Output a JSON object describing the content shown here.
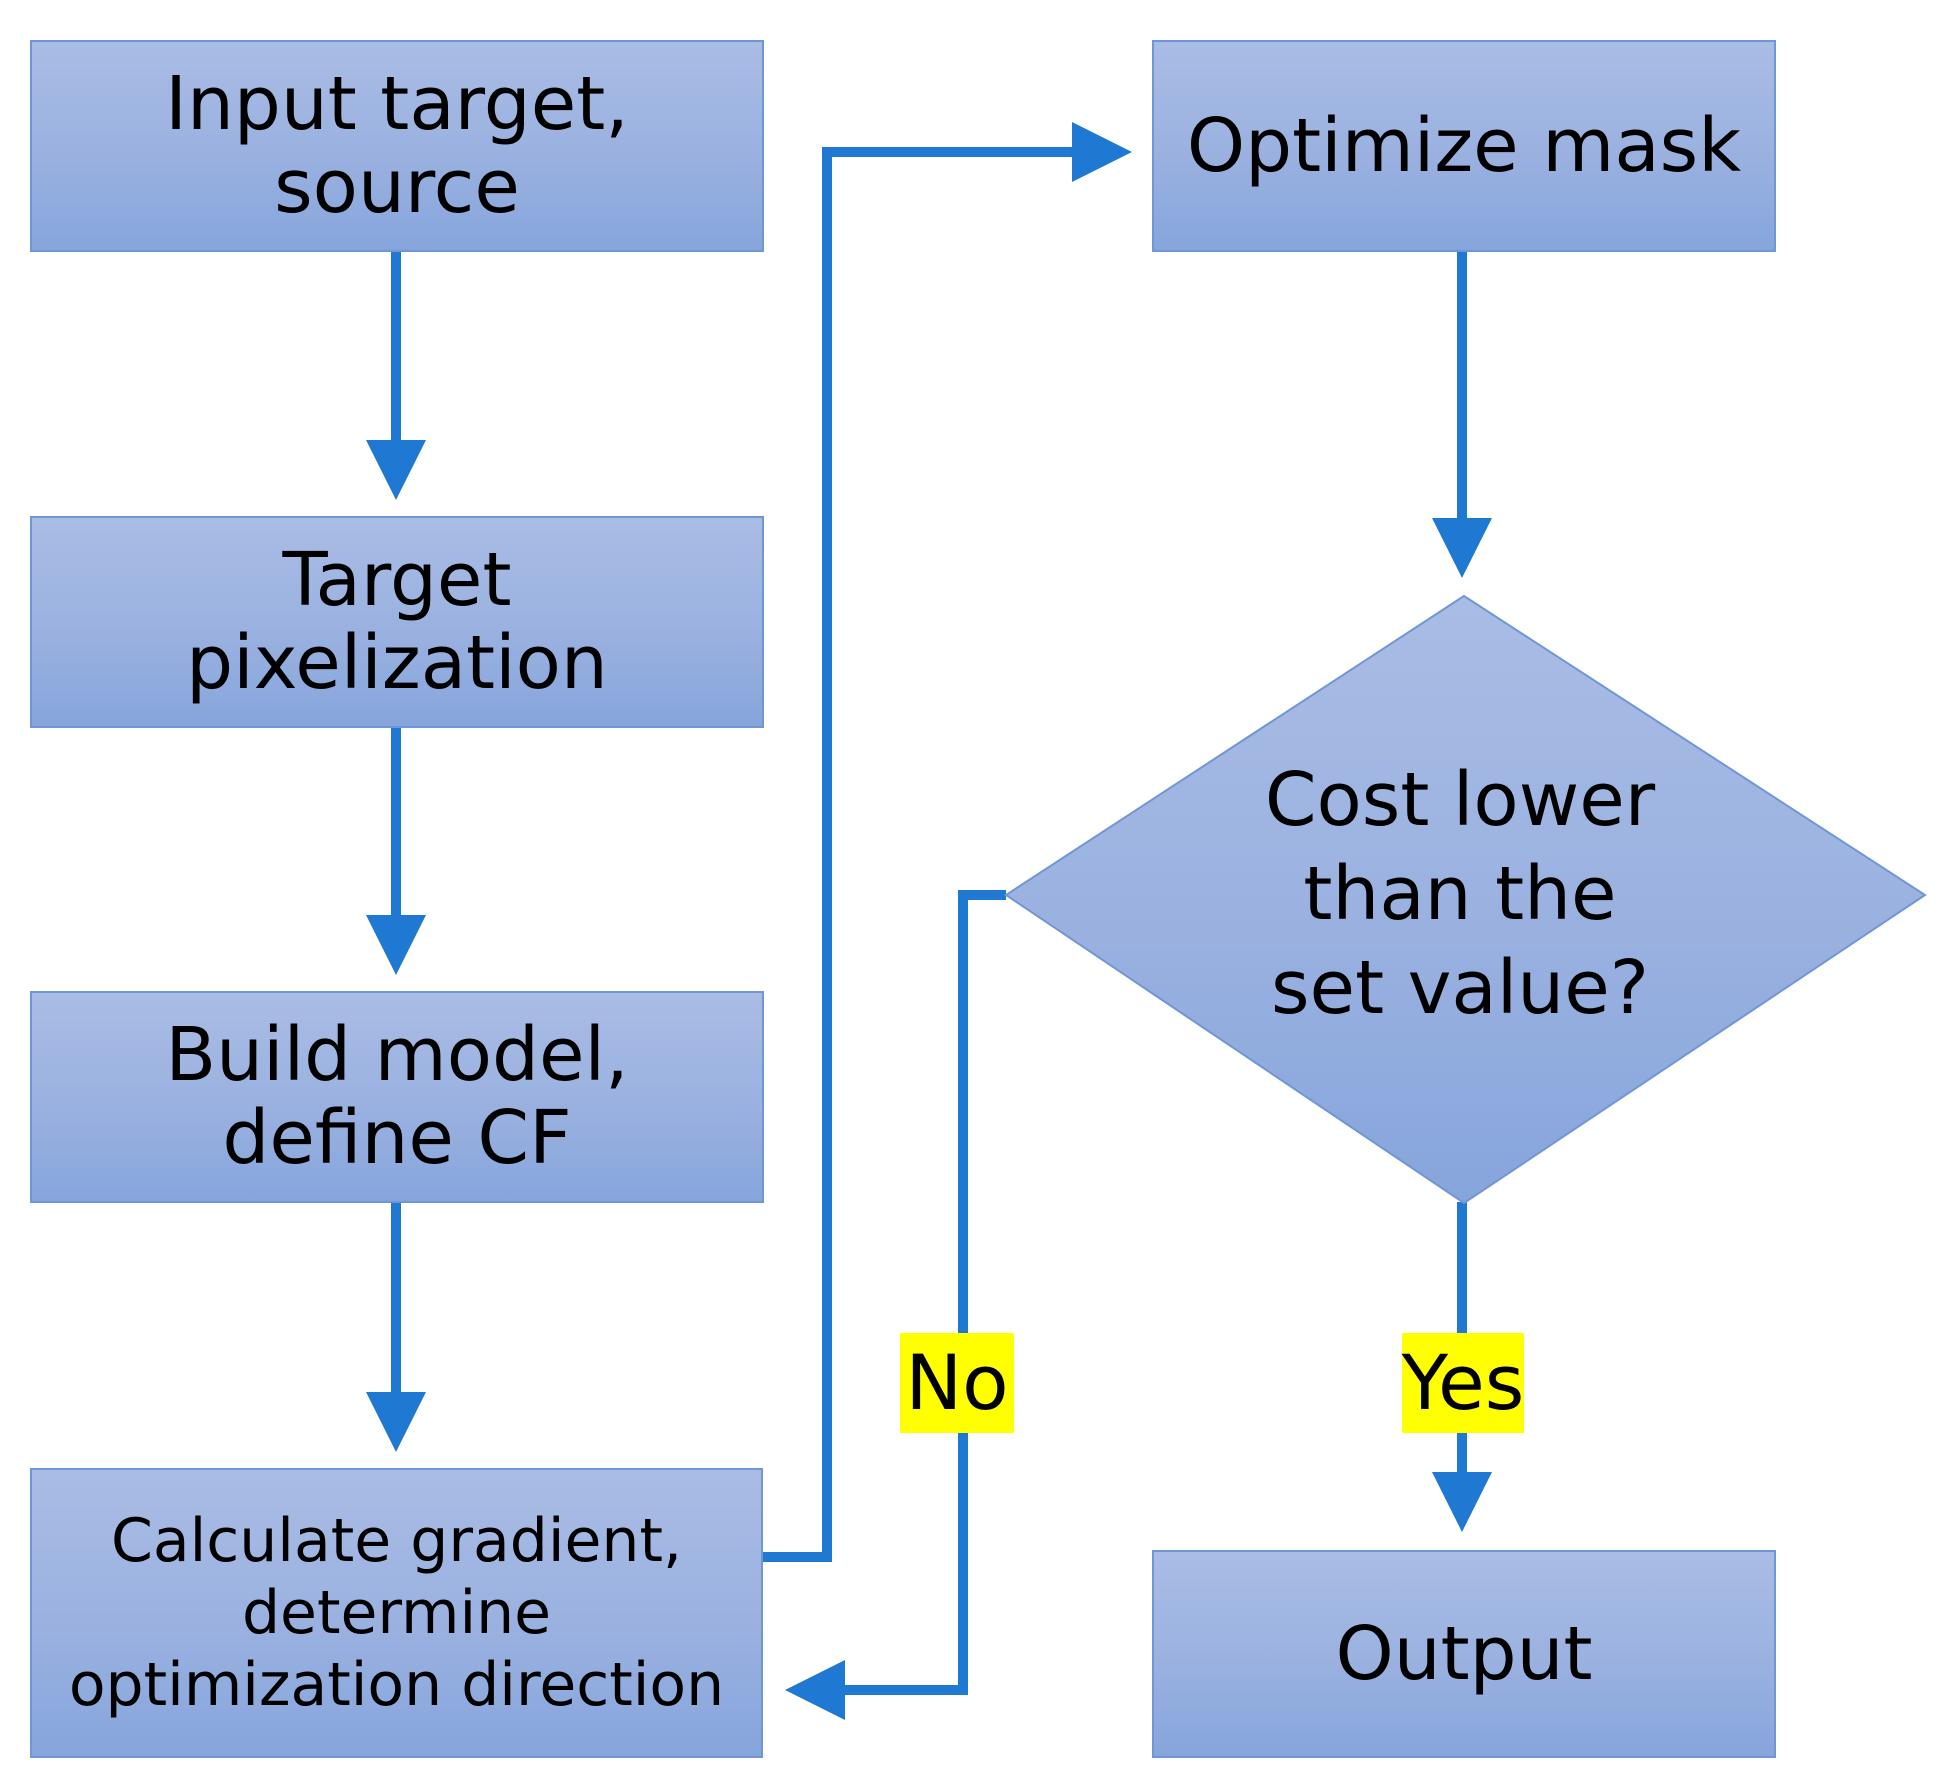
{
  "nodes": {
    "input": "Input target,\nsource",
    "pixelization": "Target\npixelization",
    "build_model": "Build model,\ndefine CF",
    "calculate_gradient": "Calculate gradient,\ndetermine\noptimization direction",
    "optimize_mask": "Optimize mask",
    "decision": "Cost lower\nthan the\nset value?",
    "output": "Output"
  },
  "branches": {
    "no": "No",
    "yes": "Yes"
  },
  "colors": {
    "box_fill_top": "#a9bce4",
    "box_fill_bottom": "#86a5dc",
    "box_border": "#6f97d6",
    "arrow": "#1f78d1",
    "branch_highlight": "#ffff00"
  }
}
